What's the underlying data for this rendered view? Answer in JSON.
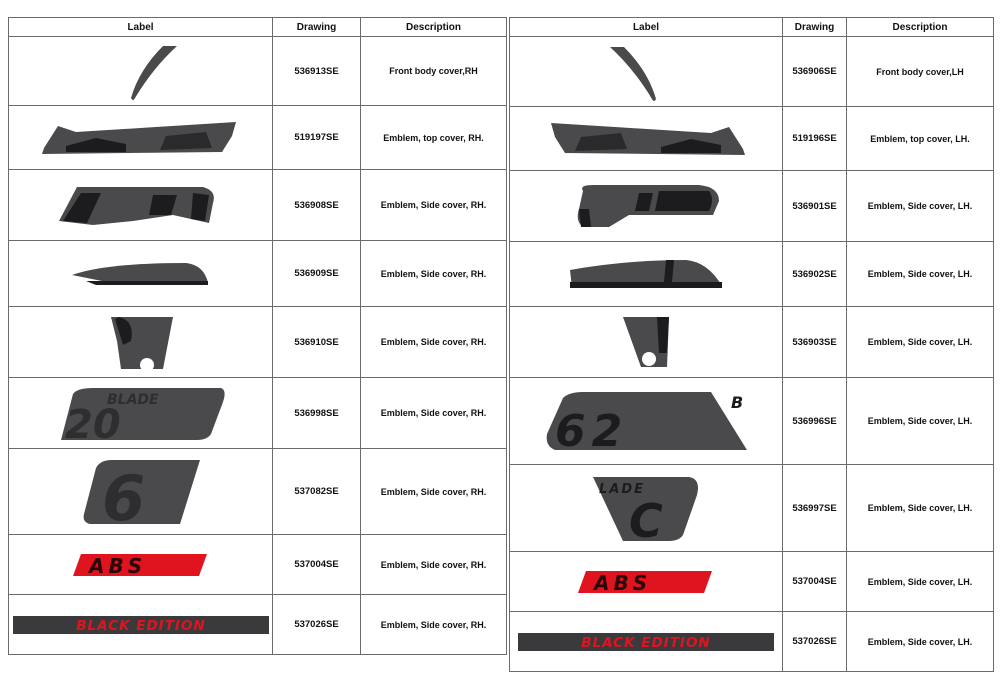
{
  "headers": {
    "label": "Label",
    "drawing": "Drawing",
    "description": "Description"
  },
  "left_table": {
    "rows": [
      {
        "drawing": "536913SE",
        "description": "Front body cover,RH",
        "decal": "slash-decal"
      },
      {
        "drawing": "519197SE",
        "description": "Emblem, top cover, RH.",
        "decal": "tcr-decal"
      },
      {
        "drawing": "536908SE",
        "description": "Emblem, Side cover, RH.",
        "decal": "cd-decal"
      },
      {
        "drawing": "536909SE",
        "description": "Emblem, Side cover, RH.",
        "decal": "wedge-decal"
      },
      {
        "drawing": "536910SE",
        "description": "Emblem, Side cover, RH.",
        "decal": "notch-decal"
      },
      {
        "drawing": "536998SE",
        "description": "Emblem, Side cover, RH.",
        "decal": "blade-20-decal",
        "decal_text": "BLADE",
        "decal_big": "20"
      },
      {
        "drawing": "537082SE",
        "description": "Emblem, Side cover, RH.",
        "decal": "six-decal",
        "decal_big": "6"
      },
      {
        "drawing": "537004SE",
        "description": "Emblem, Side cover, RH.",
        "decal": "abs-decal",
        "decal_text": "ABS"
      },
      {
        "drawing": "537026SE",
        "description": "Emblem, Side cover, RH.",
        "decal": "black-edition-decal",
        "decal_text": "BLACK EDITION"
      }
    ]
  },
  "right_table": {
    "rows": [
      {
        "drawing": "536906SE",
        "description": "Front body cover,LH",
        "decal": "slash-decal"
      },
      {
        "drawing": "519196SE",
        "description": "Emblem, top cover, LH.",
        "decal": "tcr-decal"
      },
      {
        "drawing": "536901SE",
        "description": "Emblem, Side cover, LH.",
        "decal": "cd-decal"
      },
      {
        "drawing": "536902SE",
        "description": "Emblem, Side cover, LH.",
        "decal": "wedge-decal"
      },
      {
        "drawing": "536903SE",
        "description": "Emblem, Side cover, LH.",
        "decal": "notch-decal"
      },
      {
        "drawing": "536996SE",
        "description": "Emblem, Side cover, LH.",
        "decal": "62-decal",
        "decal_big": "62",
        "decal_text": "B"
      },
      {
        "drawing": "536997SE",
        "description": "Emblem, Side cover, LH.",
        "decal": "lade-c-decal",
        "decal_text": "LADE",
        "decal_big": "C"
      },
      {
        "drawing": "537004SE",
        "description": "Emblem, Side cover, LH.",
        "decal": "abs-decal",
        "decal_text": "ABS"
      },
      {
        "drawing": "537026SE",
        "description": "Emblem, Side cover, LH.",
        "decal": "black-edition-decal",
        "decal_text": "BLACK EDITION"
      }
    ]
  },
  "colors": {
    "decal_gray": "#4a4a4c",
    "decal_dark": "#1c1c1e",
    "decal_red": "#e0141e",
    "border": "#6b6b6b"
  }
}
